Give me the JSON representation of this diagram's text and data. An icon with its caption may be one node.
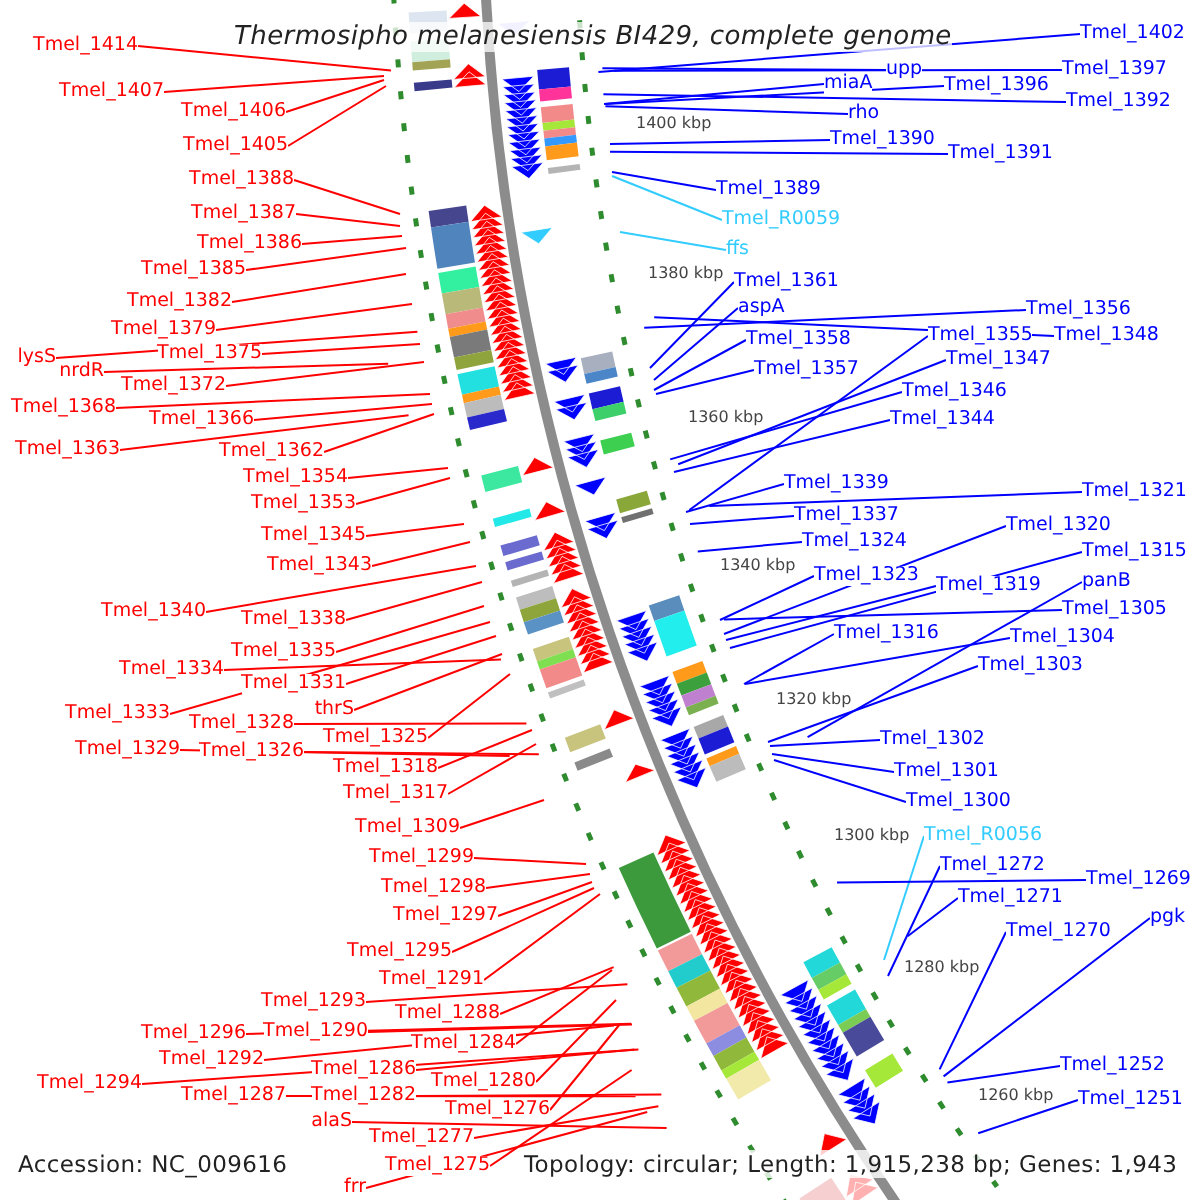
{
  "diagram": {
    "title": "Thermosipho melanesiensis BI429, complete genome",
    "nodes": [
      {
        "text": [
          "Tmel_1414"
        ]
      },
      {
        "text": [
          "Tmel_1407"
        ]
      },
      {
        "text": [
          "Tmel_1406"
        ]
      },
      {
        "text": [
          "Tmel_1405"
        ]
      },
      {
        "text": [
          "Tmel_1388"
        ]
      },
      {
        "text": [
          "Tmel_1387"
        ]
      },
      {
        "text": [
          "Tmel_1386"
        ]
      },
      {
        "text": [
          "Tmel_1385"
        ]
      },
      {
        "text": [
          "Tmel_1382"
        ]
      },
      {
        "text": [
          "Tmel_1379"
        ]
      },
      {
        "text": [
          "Tmel_1375"
        ]
      },
      {
        "text": [
          "lysS"
        ]
      },
      {
        "text": [
          "nrdR"
        ]
      },
      {
        "text": [
          "Tmel_1372"
        ]
      },
      {
        "text": [
          "Tmel_1368"
        ]
      },
      {
        "text": [
          "Tmel_1366"
        ]
      },
      {
        "text": [
          "Tmel_1363"
        ]
      },
      {
        "text": [
          "Tmel_1362"
        ]
      },
      {
        "text": [
          "Tmel_1354"
        ]
      },
      {
        "text": [
          "Tmel_1353"
        ]
      },
      {
        "text": [
          "Tmel_1345"
        ]
      },
      {
        "text": [
          "Tmel_1343"
        ]
      },
      {
        "text": [
          "Tmel_1338"
        ]
      },
      {
        "text": [
          "Tmel_1340"
        ]
      },
      {
        "text": [
          "Tmel_1335"
        ]
      },
      {
        "text": [
          "Tmel_1334"
        ]
      },
      {
        "text": [
          "Tmel_1331"
        ]
      },
      {
        "text": [
          "Tmel_1333"
        ]
      },
      {
        "text": [
          "Tmel_1328"
        ]
      },
      {
        "text": [
          "thrS"
        ]
      },
      {
        "text": [
          "Tmel_1329"
        ]
      },
      {
        "text": [
          "Tmel_1326"
        ]
      },
      {
        "text": [
          "Tmel_1325"
        ]
      },
      {
        "text": [
          "Tmel_1318"
        ]
      },
      {
        "text": [
          "Tmel_1317"
        ]
      },
      {
        "text": [
          "Tmel_1309"
        ]
      },
      {
        "text": [
          "Tmel_1299"
        ]
      },
      {
        "text": [
          "Tmel_1298"
        ]
      },
      {
        "text": [
          "Tmel_1297"
        ]
      },
      {
        "text": [
          "Tmel_1295"
        ]
      },
      {
        "text": [
          "Tmel_1291"
        ]
      },
      {
        "text": [
          "Tmel_1293"
        ]
      },
      {
        "text": [
          "Tmel_1288"
        ]
      },
      {
        "text": [
          "Tmel_1296"
        ]
      },
      {
        "text": [
          "Tmel_1290"
        ]
      },
      {
        "text": [
          "Tmel_1284"
        ]
      },
      {
        "text": [
          "Tmel_1292"
        ]
      },
      {
        "text": [
          "Tmel_1286"
        ]
      },
      {
        "text": [
          "Tmel_1294"
        ]
      },
      {
        "text": [
          "Tmel_1280"
        ]
      },
      {
        "text": [
          "Tmel_1287"
        ]
      },
      {
        "text": [
          "Tmel_1282"
        ]
      },
      {
        "text": [
          "Tmel_1276"
        ]
      },
      {
        "text": [
          "Tmel_1277"
        ]
      },
      {
        "text": [
          "alaS"
        ]
      },
      {
        "text": [
          "Tmel_1275"
        ]
      },
      {
        "text": [
          "frr"
        ]
      },
      {
        "text": [
          "Tmel_1402"
        ]
      },
      {
        "text": [
          "Tmel_1397"
        ]
      },
      {
        "text": [
          "Tmel_1392"
        ]
      },
      {
        "text": [
          "miaA"
        ]
      },
      {
        "text": [
          "Tmel_1396"
        ]
      },
      {
        "text": [
          "rho"
        ]
      },
      {
        "text": [
          "upp"
        ]
      },
      {
        "text": [
          "Tmel_1391"
        ]
      },
      {
        "text": [
          "Tmel_1390"
        ]
      },
      {
        "text": [
          "Tmel_1389"
        ]
      },
      {
        "text": [
          "Tmel_R0059"
        ]
      },
      {
        "text": [
          "ffs"
        ]
      },
      {
        "text": [
          "Tmel_1361"
        ]
      },
      {
        "text": [
          "aspA"
        ]
      },
      {
        "text": [
          "Tmel_1358"
        ]
      },
      {
        "text": [
          "Tmel_1357"
        ]
      },
      {
        "text": [
          "Tmel_1356"
        ]
      },
      {
        "text": [
          "Tmel_1355"
        ]
      },
      {
        "text": [
          "Tmel_1348"
        ]
      },
      {
        "text": [
          "Tmel_1347"
        ]
      },
      {
        "text": [
          "Tmel_1346"
        ]
      },
      {
        "text": [
          "Tmel_1344"
        ]
      },
      {
        "text": [
          "Tmel_1339"
        ]
      },
      {
        "text": [
          "Tmel_1337"
        ]
      },
      {
        "text": [
          "Tmel_1324"
        ]
      },
      {
        "text": [
          "Tmel_1323"
        ]
      },
      {
        "text": [
          "Tmel_1321"
        ]
      },
      {
        "text": [
          "Tmel_1320"
        ]
      },
      {
        "text": [
          "Tmel_1319"
        ]
      },
      {
        "text": [
          "Tmel_1315"
        ]
      },
      {
        "text": [
          "panB"
        ]
      },
      {
        "text": [
          "Tmel_1316"
        ]
      },
      {
        "text": [
          "Tmel_1305"
        ]
      },
      {
        "text": [
          "Tmel_1304"
        ]
      },
      {
        "text": [
          "Tmel_1303"
        ]
      },
      {
        "text": [
          "Tmel_1302"
        ]
      },
      {
        "text": [
          "Tmel_1301"
        ]
      },
      {
        "text": [
          "Tmel_1300"
        ]
      },
      {
        "text": [
          "Tmel_R0056"
        ]
      },
      {
        "text": [
          "Tmel_1272"
        ]
      },
      {
        "text": [
          "Tmel_1271"
        ]
      },
      {
        "text": [
          "Tmel_1269"
        ]
      },
      {
        "text": [
          "pgk"
        ]
      },
      {
        "text": [
          "Tmel_1270"
        ]
      },
      {
        "text": [
          "Tmel_1252"
        ]
      },
      {
        "text": [
          "Tmel_1251"
        ]
      }
    ],
    "edges": [
      {
        "from": 0,
        "to": null,
        "arrow": "none"
      },
      {
        "from": 1,
        "to": null,
        "arrow": "none"
      },
      {
        "from": 2,
        "to": null,
        "arrow": "none"
      },
      {
        "from": 3,
        "to": null,
        "arrow": "none"
      },
      {
        "from": 4,
        "to": null,
        "arrow": "none"
      },
      {
        "from": 5,
        "to": null,
        "arrow": "none"
      },
      {
        "from": 6,
        "to": null,
        "arrow": "none"
      },
      {
        "from": 7,
        "to": null,
        "arrow": "none"
      },
      {
        "from": 8,
        "to": null,
        "arrow": "none"
      },
      {
        "from": 9,
        "to": null,
        "arrow": "none"
      },
      {
        "from": 10,
        "to": null,
        "arrow": "none"
      },
      {
        "from": 11,
        "to": null,
        "arrow": "none"
      },
      {
        "from": 12,
        "to": null,
        "arrow": "none"
      },
      {
        "from": 13,
        "to": null,
        "arrow": "none"
      },
      {
        "from": 14,
        "to": null,
        "arrow": "none"
      },
      {
        "from": 15,
        "to": null,
        "arrow": "none"
      },
      {
        "from": 16,
        "to": null,
        "arrow": "none"
      },
      {
        "from": 17,
        "to": null,
        "arrow": "none"
      },
      {
        "from": 18,
        "to": null,
        "arrow": "none"
      },
      {
        "from": 19,
        "to": null,
        "arrow": "none"
      },
      {
        "from": 20,
        "to": null,
        "arrow": "none"
      },
      {
        "from": 21,
        "to": null,
        "arrow": "none"
      },
      {
        "from": 22,
        "to": null,
        "arrow": "none"
      },
      {
        "from": 23,
        "to": null,
        "arrow": "none"
      },
      {
        "from": 24,
        "to": null,
        "arrow": "none"
      },
      {
        "from": 25,
        "to": null,
        "arrow": "none"
      },
      {
        "from": 26,
        "to": null,
        "arrow": "none"
      },
      {
        "from": 27,
        "to": null,
        "arrow": "none"
      },
      {
        "from": 28,
        "to": null,
        "arrow": "none"
      },
      {
        "from": 29,
        "to": null,
        "arrow": "none"
      },
      {
        "from": 30,
        "to": null,
        "arrow": "none"
      },
      {
        "from": 31,
        "to": null,
        "arrow": "none"
      },
      {
        "from": 32,
        "to": null,
        "arrow": "none"
      },
      {
        "from": 33,
        "to": null,
        "arrow": "none"
      },
      {
        "from": 34,
        "to": null,
        "arrow": "none"
      },
      {
        "from": 35,
        "to": null,
        "arrow": "none"
      },
      {
        "from": 36,
        "to": null,
        "arrow": "none"
      },
      {
        "from": 37,
        "to": null,
        "arrow": "none"
      },
      {
        "from": 38,
        "to": null,
        "arrow": "none"
      },
      {
        "from": 39,
        "to": null,
        "arrow": "none"
      },
      {
        "from": 40,
        "to": null,
        "arrow": "none"
      },
      {
        "from": 41,
        "to": null,
        "arrow": "none"
      },
      {
        "from": 42,
        "to": null,
        "arrow": "none"
      },
      {
        "from": 43,
        "to": null,
        "arrow": "none"
      },
      {
        "from": 44,
        "to": null,
        "arrow": "none"
      },
      {
        "from": 45,
        "to": null,
        "arrow": "none"
      },
      {
        "from": 46,
        "to": null,
        "arrow": "none"
      },
      {
        "from": 47,
        "to": null,
        "arrow": "none"
      },
      {
        "from": 48,
        "to": null,
        "arrow": "none"
      },
      {
        "from": 49,
        "to": null,
        "arrow": "none"
      },
      {
        "from": 50,
        "to": null,
        "arrow": "none"
      },
      {
        "from": 51,
        "to": null,
        "arrow": "none"
      },
      {
        "from": 52,
        "to": null,
        "arrow": "none"
      },
      {
        "from": 53,
        "to": null,
        "arrow": "none"
      },
      {
        "from": 54,
        "to": null,
        "arrow": "none"
      },
      {
        "from": 55,
        "to": null,
        "arrow": "none"
      },
      {
        "from": 56,
        "to": null,
        "arrow": "none"
      },
      {
        "from": 57,
        "to": null,
        "arrow": "none",
        "color": "#0000ff"
      },
      {
        "from": 58,
        "to": null,
        "arrow": "none",
        "color": "#0000ff"
      },
      {
        "from": 59,
        "to": null,
        "arrow": "none",
        "color": "#0000ff"
      },
      {
        "from": 60,
        "to": null,
        "arrow": "none",
        "color": "#0000ff"
      },
      {
        "from": 61,
        "to": null,
        "arrow": "none",
        "color": "#0000ff"
      },
      {
        "from": 62,
        "to": null,
        "arrow": "none",
        "color": "#0000ff"
      },
      {
        "from": 63,
        "to": null,
        "arrow": "none",
        "color": "#0000ff"
      },
      {
        "from": 64,
        "to": null,
        "arrow": "none",
        "color": "#0000ff"
      },
      {
        "from": 65,
        "to": null,
        "arrow": "none",
        "color": "#0000ff"
      },
      {
        "from": 66,
        "to": null,
        "arrow": "none",
        "color": "#0000ff"
      },
      {
        "from": 67,
        "to": null,
        "arrow": "none",
        "color": "#33ccff"
      },
      {
        "from": 68,
        "to": null,
        "arrow": "none",
        "color": "#33ccff"
      },
      {
        "from": 69,
        "to": null,
        "arrow": "none",
        "color": "#0000ff"
      },
      {
        "from": 70,
        "to": null,
        "arrow": "none",
        "color": "#0000ff"
      },
      {
        "from": 71,
        "to": null,
        "arrow": "none",
        "color": "#0000ff"
      },
      {
        "from": 72,
        "to": null,
        "arrow": "none",
        "color": "#0000ff"
      },
      {
        "from": 73,
        "to": null,
        "arrow": "none",
        "color": "#0000ff"
      },
      {
        "from": 74,
        "to": null,
        "arrow": "none",
        "color": "#0000ff"
      },
      {
        "from": 75,
        "to": null,
        "arrow": "none",
        "color": "#0000ff"
      },
      {
        "from": 76,
        "to": null,
        "arrow": "none",
        "color": "#0000ff"
      },
      {
        "from": 77,
        "to": null,
        "arrow": "none",
        "color": "#0000ff"
      },
      {
        "from": 78,
        "to": null,
        "arrow": "none",
        "color": "#0000ff"
      },
      {
        "from": 79,
        "to": null,
        "arrow": "none",
        "color": "#0000ff"
      },
      {
        "from": 80,
        "to": null,
        "arrow": "none",
        "color": "#0000ff"
      },
      {
        "from": 81,
        "to": null,
        "arrow": "none",
        "color": "#0000ff"
      },
      {
        "from": 82,
        "to": null,
        "arrow": "none",
        "color": "#0000ff"
      },
      {
        "from": 83,
        "to": null,
        "arrow": "none",
        "color": "#0000ff"
      },
      {
        "from": 84,
        "to": null,
        "arrow": "none",
        "color": "#0000ff"
      },
      {
        "from": 85,
        "to": null,
        "arrow": "none",
        "color": "#0000ff"
      },
      {
        "from": 86,
        "to": null,
        "arrow": "none",
        "color": "#0000ff"
      },
      {
        "from": 87,
        "to": null,
        "arrow": "none",
        "color": "#0000ff"
      },
      {
        "from": 88,
        "to": null,
        "arrow": "none",
        "color": "#0000ff"
      },
      {
        "from": 89,
        "to": null,
        "arrow": "none",
        "color": "#0000ff"
      },
      {
        "from": 90,
        "to": null,
        "arrow": "none",
        "color": "#0000ff"
      },
      {
        "from": 91,
        "to": null,
        "arrow": "none",
        "color": "#0000ff"
      },
      {
        "from": 92,
        "to": null,
        "arrow": "none",
        "color": "#0000ff"
      },
      {
        "from": 93,
        "to": null,
        "arrow": "none",
        "color": "#0000ff"
      },
      {
        "from": 94,
        "to": null,
        "arrow": "none",
        "color": "#0000ff"
      },
      {
        "from": 95,
        "to": null,
        "arrow": "none",
        "color": "#33ccff"
      },
      {
        "from": 96,
        "to": null,
        "arrow": "none",
        "color": "#0000ff"
      },
      {
        "from": 97,
        "to": null,
        "arrow": "none",
        "color": "#0000ff"
      },
      {
        "from": 98,
        "to": null,
        "arrow": "none",
        "color": "#0000ff"
      },
      {
        "from": 99,
        "to": null,
        "arrow": "none",
        "color": "#0000ff"
      },
      {
        "from": 100,
        "to": null,
        "arrow": "none",
        "color": "#0000ff"
      },
      {
        "from": 101,
        "to": null,
        "arrow": "none",
        "color": "#0000ff"
      },
      {
        "from": 102,
        "to": null,
        "arrow": "none",
        "color": "#0000ff"
      }
    ],
    "labels": [
      "1400 kbp",
      "1380 kbp",
      "1360 kbp",
      "1340 kbp",
      "1320 kbp",
      "1300 kbp",
      "1280 kbp",
      "1260 kbp",
      "Accession: NC_009616",
      "Topology: circular; Length: 1,915,238 bp; Genes: 1,943"
    ]
  }
}
